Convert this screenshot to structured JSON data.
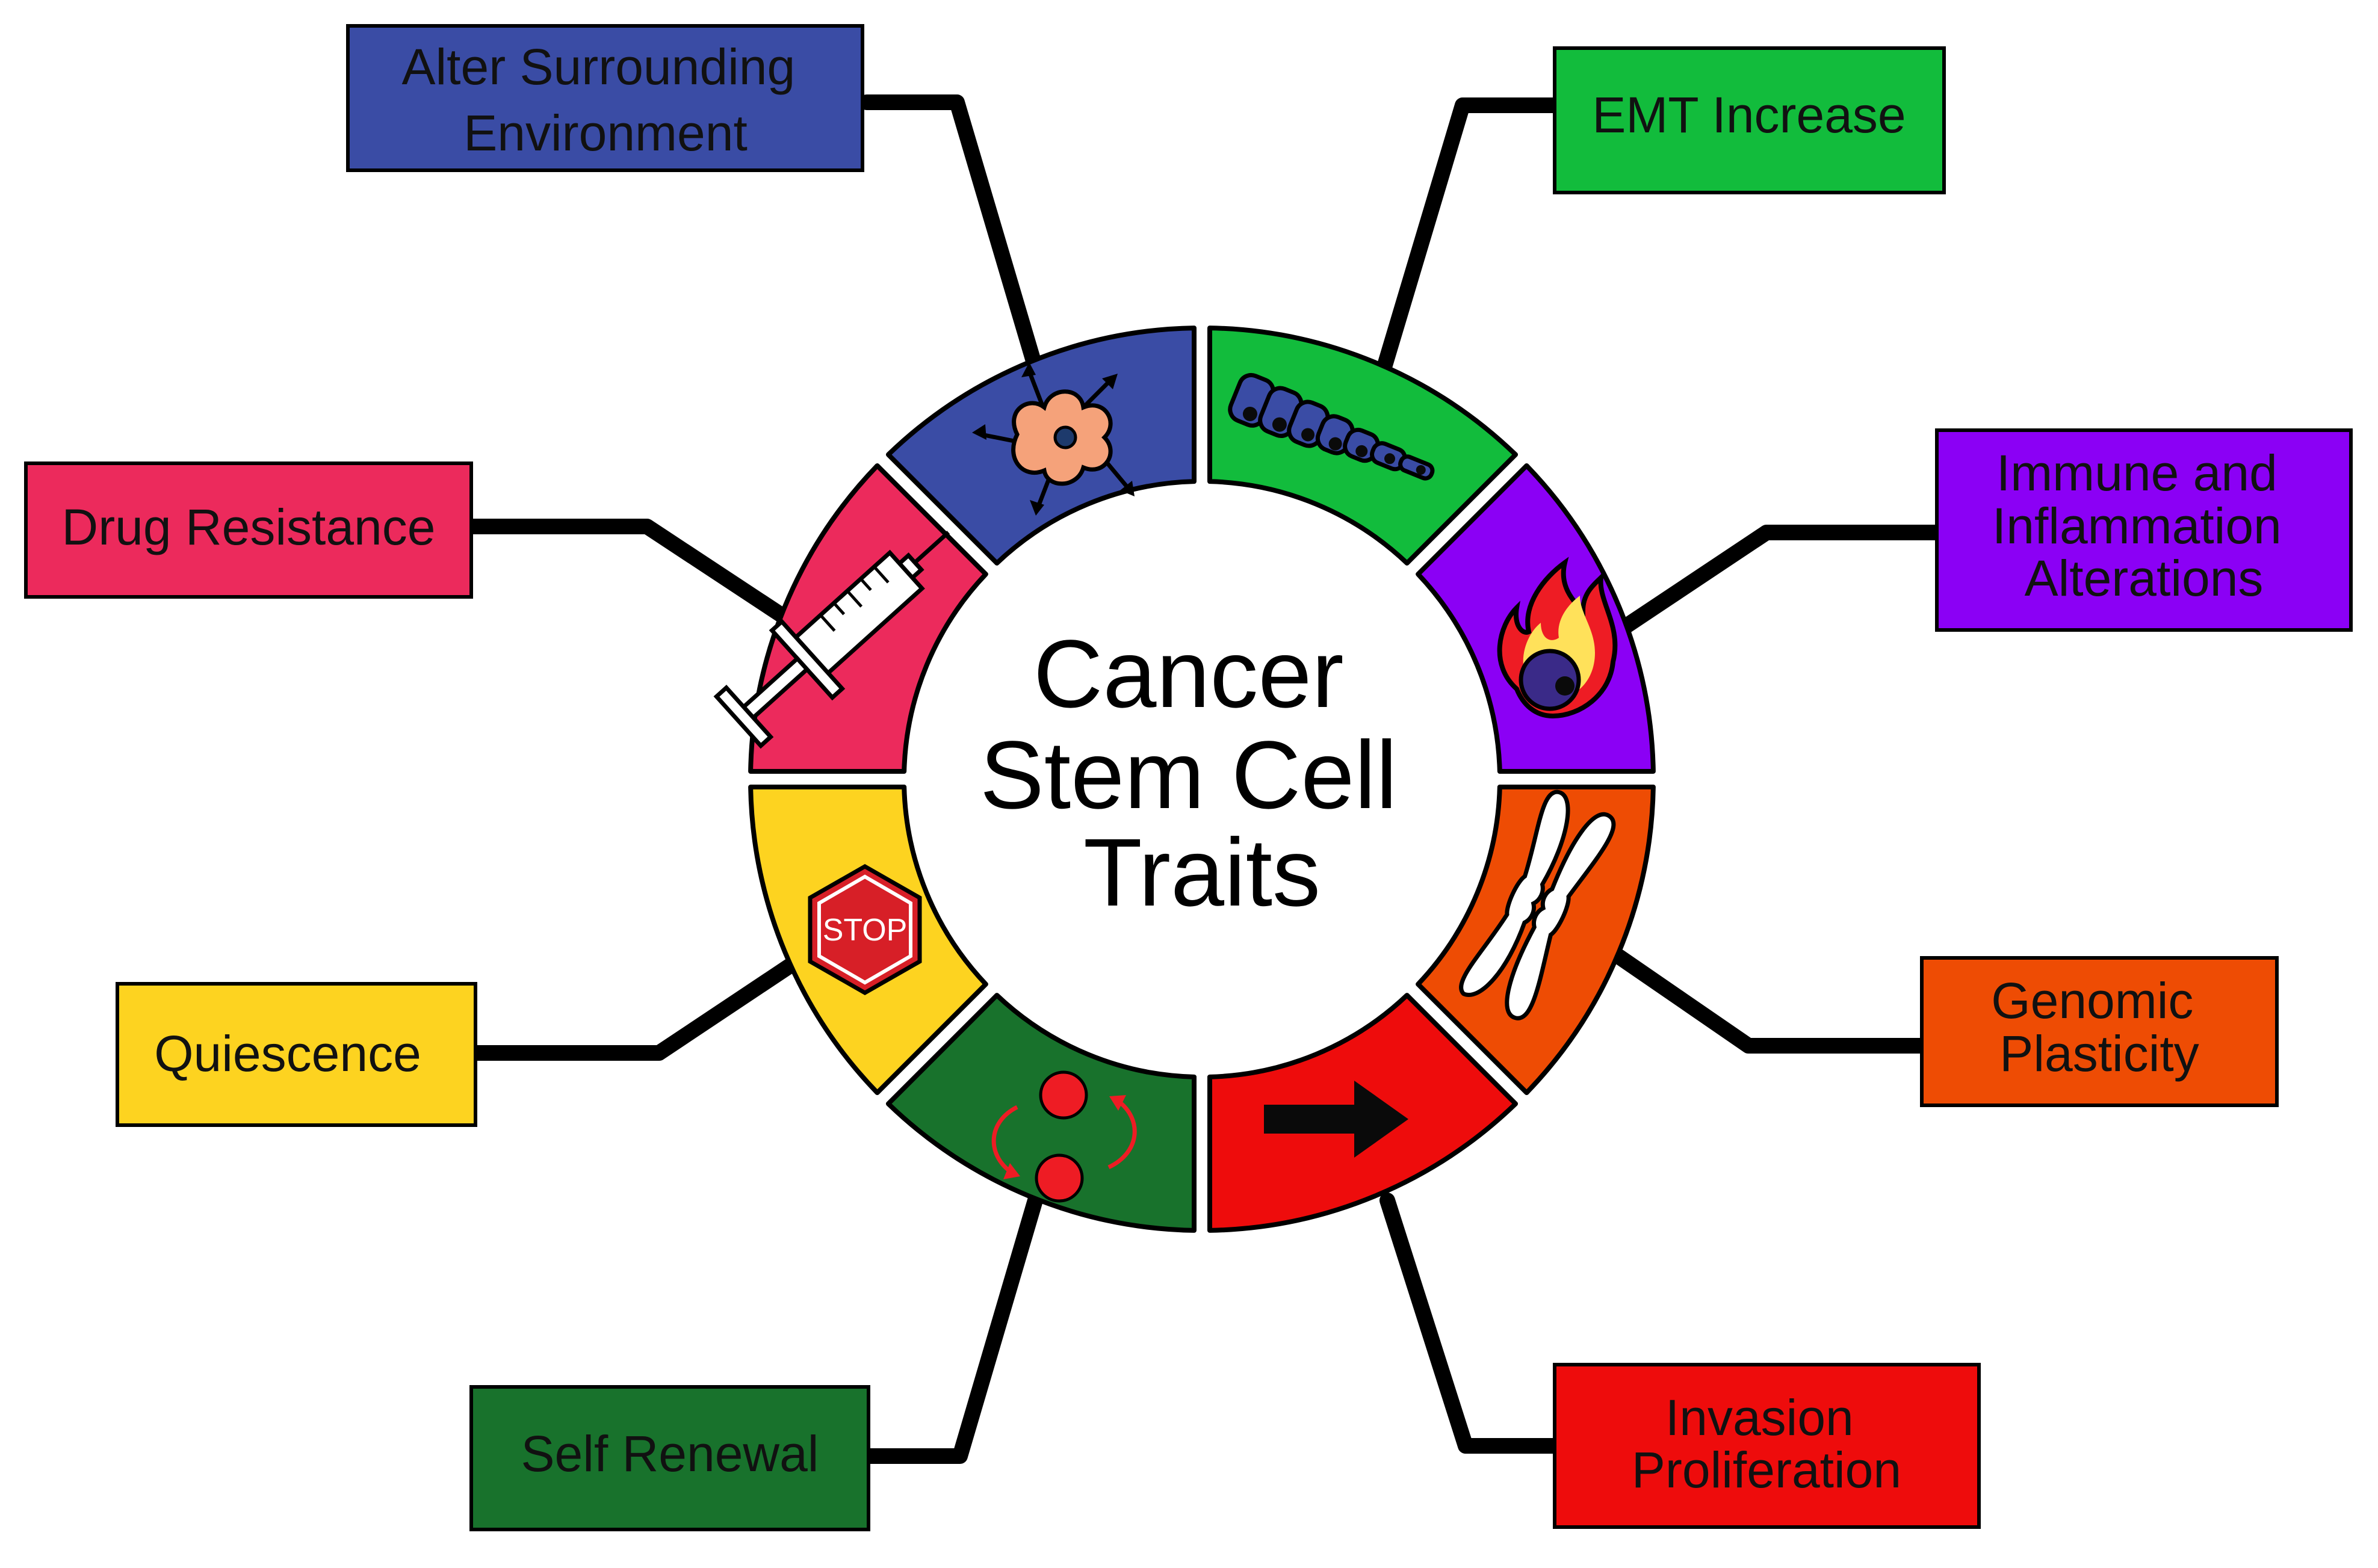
{
  "title_lines": [
    "Cancer",
    "Stem Cell",
    "Traits"
  ],
  "traits": [
    {
      "key": "alter",
      "lines": [
        "Alter Surrounding",
        "Environment"
      ],
      "color": "#3a4ca5",
      "icon": "cell-with-arrows-icon"
    },
    {
      "key": "emt",
      "lines": [
        "EMT Increase"
      ],
      "color": "#12bc3c",
      "icon": "epithelial-cells-icon"
    },
    {
      "key": "immune",
      "lines": [
        "Immune and",
        "Inflammation",
        "Alterations"
      ],
      "color": "#8b00f5",
      "icon": "inflamed-cell-icon"
    },
    {
      "key": "genomic",
      "lines": [
        "Genomic",
        "Plasticity"
      ],
      "color": "#ee4c04",
      "icon": "chromosome-icon"
    },
    {
      "key": "invasion",
      "lines": [
        "Invasion",
        "Proliferation"
      ],
      "color": "#ee0c0c",
      "icon": "arrow-icon"
    },
    {
      "key": "renewal",
      "lines": [
        "Self Renewal"
      ],
      "color": "#18722c",
      "icon": "cell-division-icon"
    },
    {
      "key": "quiescence",
      "lines": [
        "Quiescence"
      ],
      "color": "#fdd320",
      "icon": "stop-sign-icon"
    },
    {
      "key": "drug",
      "lines": [
        "Drug Resistance"
      ],
      "color": "#ec2a5c",
      "icon": "syringe-icon"
    }
  ],
  "stop_label": "STOP"
}
